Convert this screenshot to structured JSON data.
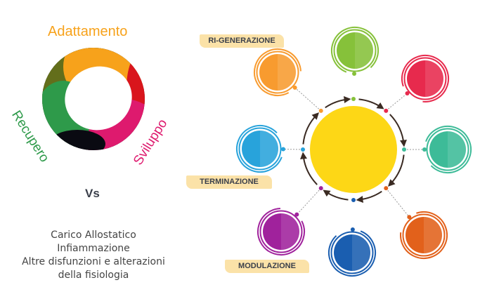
{
  "left_diagram": {
    "labels": {
      "top": "Adattamento",
      "left": "Recupero",
      "right": "Sviluppo"
    },
    "colors": {
      "top": "#f7a21b",
      "left": "#2e9a4a",
      "right": "#de1a6e"
    }
  },
  "versus": "Vs",
  "bottom_text": [
    "Carico Allostatico",
    "Infiammazione",
    "Altre disfunzioni e alterazioni",
    "della fisiologia"
  ],
  "tags": {
    "regeneration": "RI-GENERAZIONE",
    "termination": "TERMINAZIONE",
    "modulation": "MODULAZIONE"
  },
  "cycle": {
    "center_color": "#fdd716",
    "nodes": [
      {
        "name": "green",
        "color": "#86c13a"
      },
      {
        "name": "red",
        "color": "#e72a4d"
      },
      {
        "name": "teal",
        "color": "#3dbb98"
      },
      {
        "name": "dark-orange",
        "color": "#e2611b"
      },
      {
        "name": "blue",
        "color": "#1a5eb0"
      },
      {
        "name": "purple",
        "color": "#a0229c"
      },
      {
        "name": "cyan",
        "color": "#28a3db"
      },
      {
        "name": "orange",
        "color": "#f89b2f"
      }
    ]
  }
}
